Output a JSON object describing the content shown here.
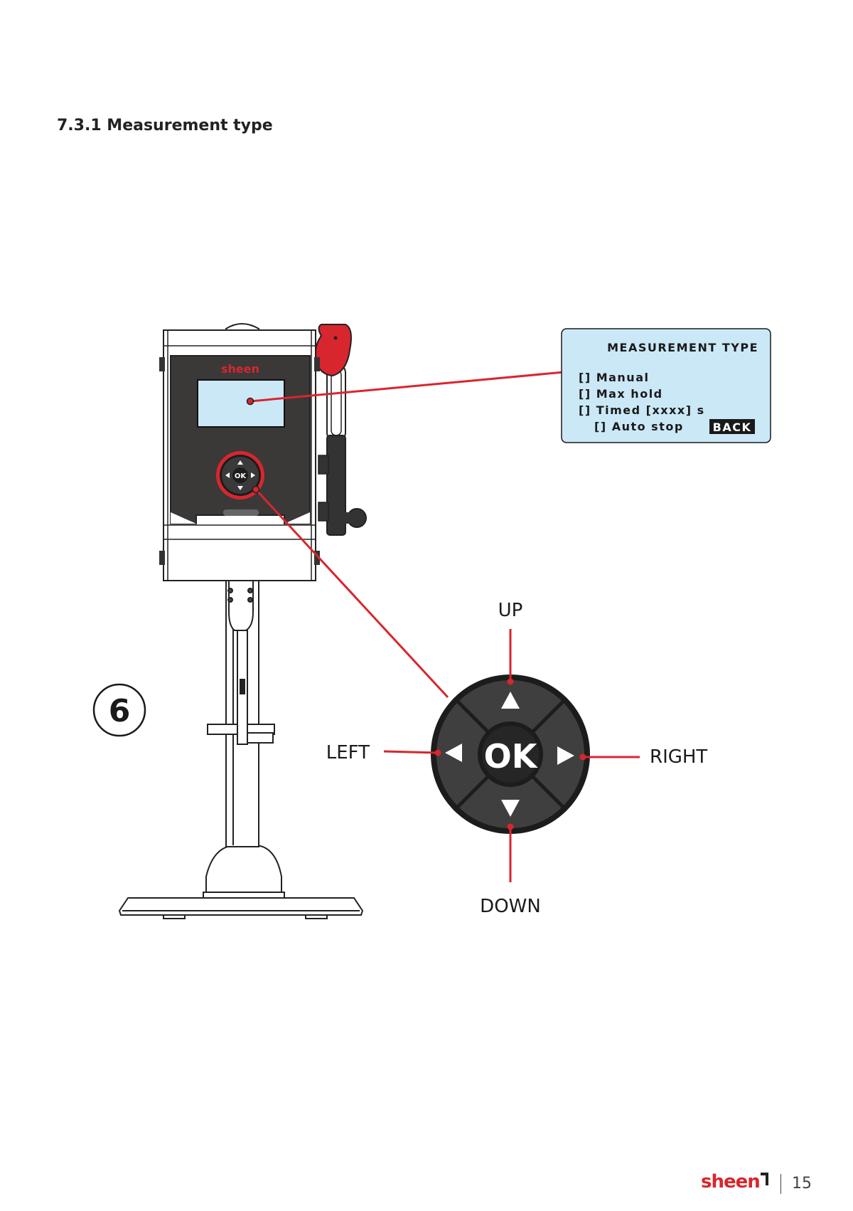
{
  "section_heading": "7.3.1 Measurement type",
  "screen": {
    "title": "MEASUREMENT TYPE",
    "options": [
      "[] Manual",
      "[] Max hold",
      "[] Timed [xxxx] s",
      "[] Auto stop"
    ],
    "back_label": "BACK"
  },
  "device": {
    "brand": "sheen",
    "ok_small": "OK"
  },
  "step_number": "6",
  "keypad": {
    "ok_label": "OK",
    "up_label": "UP",
    "down_label": "DOWN",
    "left_label": "LEFT",
    "right_label": "RIGHT"
  },
  "footer": {
    "brand": "sheen",
    "page_number": "15"
  },
  "colors": {
    "accent_red": "#d8262e",
    "screen_blue": "#cbe8f7",
    "device_body": "#3b3838"
  }
}
